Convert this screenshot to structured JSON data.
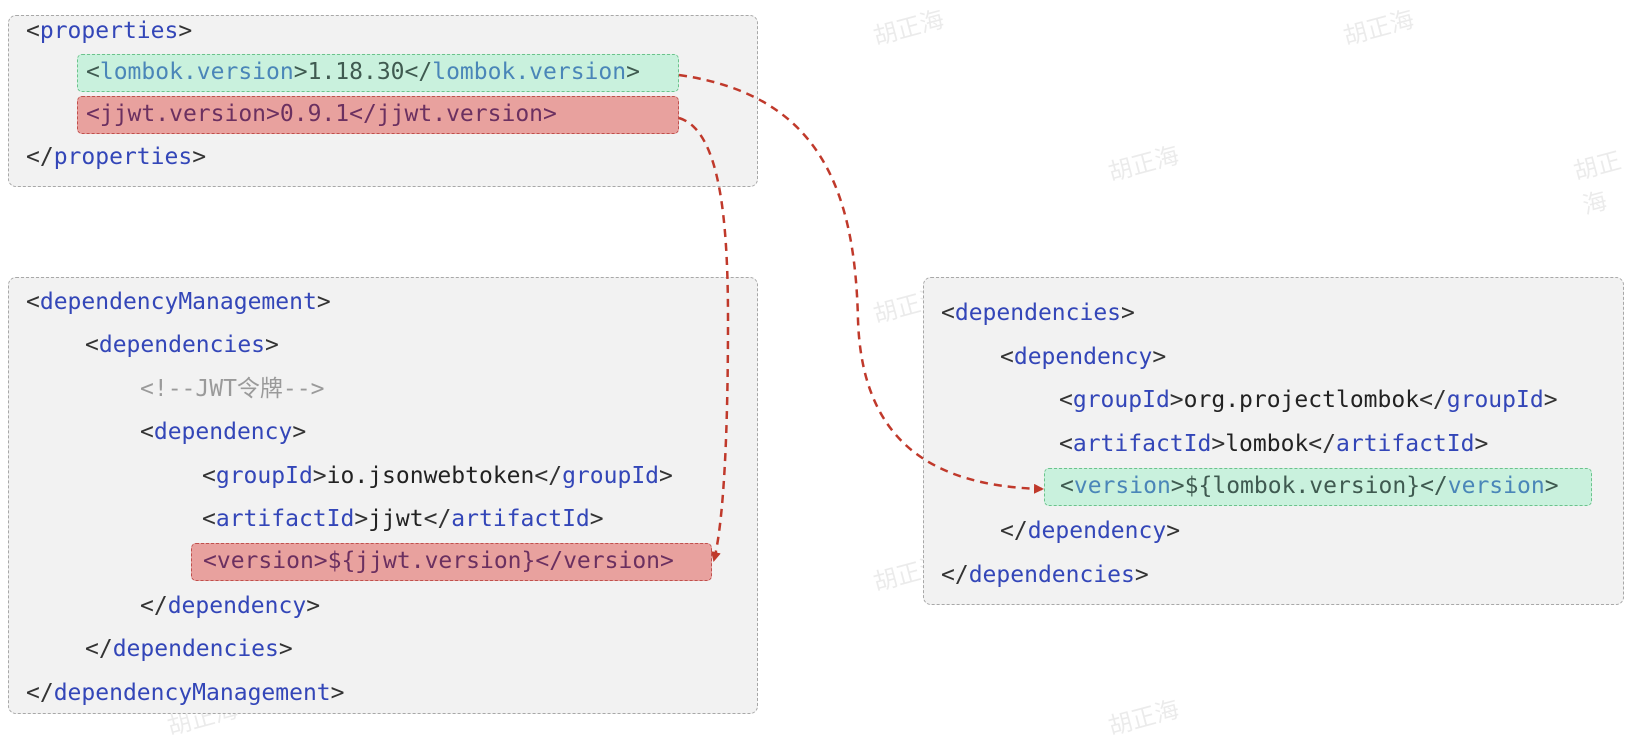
{
  "watermark": "胡正海",
  "colors": {
    "tag_name": "#3346b8",
    "highlight_green": "#c9f1dd",
    "highlight_red": "#e8a19e",
    "arrow": "#c0392b"
  },
  "properties_block": {
    "lines": [
      {
        "level": 0,
        "tokens": [
          [
            "<",
            "b"
          ],
          [
            "properties",
            "n"
          ],
          [
            ">",
            "b"
          ]
        ]
      },
      {
        "level": 1,
        "highlight": "green",
        "tokens": [
          [
            "<",
            "b"
          ],
          [
            "lombok.version",
            "n"
          ],
          [
            ">",
            "b"
          ],
          [
            "1.18.30",
            "v"
          ],
          [
            "</",
            "b"
          ],
          [
            "lombok.version",
            "n"
          ],
          [
            ">",
            "b"
          ]
        ]
      },
      {
        "level": 1,
        "highlight": "red",
        "tokens": [
          [
            "<",
            "b"
          ],
          [
            "jjwt.version",
            "n"
          ],
          [
            ">",
            "b"
          ],
          [
            "0.9.1",
            "v"
          ],
          [
            "</",
            "b"
          ],
          [
            "jjwt.version",
            "n"
          ],
          [
            ">",
            "b"
          ]
        ]
      },
      {
        "level": 0,
        "tokens": [
          [
            "</",
            "b"
          ],
          [
            "properties",
            "n"
          ],
          [
            ">",
            "b"
          ]
        ]
      }
    ]
  },
  "dependency_management_block": {
    "lines": [
      {
        "level": 0,
        "tokens": [
          [
            "<",
            "b"
          ],
          [
            "dependencyManagement",
            "n"
          ],
          [
            ">",
            "b"
          ]
        ]
      },
      {
        "level": 1,
        "tokens": [
          [
            "<",
            "b"
          ],
          [
            "dependencies",
            "n"
          ],
          [
            ">",
            "b"
          ]
        ]
      },
      {
        "level": 2,
        "tokens": [
          [
            "<!--JWT令牌-->",
            "c"
          ]
        ]
      },
      {
        "level": 2,
        "tokens": [
          [
            "<",
            "b"
          ],
          [
            "dependency",
            "n"
          ],
          [
            ">",
            "b"
          ]
        ]
      },
      {
        "level": 3,
        "tokens": [
          [
            "<",
            "b"
          ],
          [
            "groupId",
            "n"
          ],
          [
            ">",
            "b"
          ],
          [
            "io.jsonwebtoken",
            "v"
          ],
          [
            "</",
            "b"
          ],
          [
            "groupId",
            "n"
          ],
          [
            ">",
            "b"
          ]
        ]
      },
      {
        "level": 3,
        "tokens": [
          [
            "<",
            "b"
          ],
          [
            "artifactId",
            "n"
          ],
          [
            ">",
            "b"
          ],
          [
            "jjwt",
            "v"
          ],
          [
            "</",
            "b"
          ],
          [
            "artifactId",
            "n"
          ],
          [
            ">",
            "b"
          ]
        ]
      },
      {
        "level": 3,
        "highlight": "red",
        "tokens": [
          [
            "<",
            "b"
          ],
          [
            "version",
            "n"
          ],
          [
            ">",
            "b"
          ],
          [
            "${jjwt.version}",
            "v"
          ],
          [
            "</",
            "b"
          ],
          [
            "version",
            "n"
          ],
          [
            ">",
            "b"
          ]
        ]
      },
      {
        "level": 2,
        "tokens": [
          [
            "</",
            "b"
          ],
          [
            "dependency",
            "n"
          ],
          [
            ">",
            "b"
          ]
        ]
      },
      {
        "level": 1,
        "tokens": [
          [
            "</",
            "b"
          ],
          [
            "dependencies",
            "n"
          ],
          [
            ">",
            "b"
          ]
        ]
      },
      {
        "level": 0,
        "tokens": [
          [
            "</",
            "b"
          ],
          [
            "dependencyManagement",
            "n"
          ],
          [
            ">",
            "b"
          ]
        ]
      }
    ]
  },
  "dependencies_block": {
    "lines": [
      {
        "level": 0,
        "tokens": [
          [
            "<",
            "b"
          ],
          [
            "dependencies",
            "n"
          ],
          [
            ">",
            "b"
          ]
        ]
      },
      {
        "level": 1,
        "tokens": [
          [
            "<",
            "b"
          ],
          [
            "dependency",
            "n"
          ],
          [
            ">",
            "b"
          ]
        ]
      },
      {
        "level": 2,
        "tokens": [
          [
            "<",
            "b"
          ],
          [
            "groupId",
            "n"
          ],
          [
            ">",
            "b"
          ],
          [
            "org.projectlombok",
            "v"
          ],
          [
            "</",
            "b"
          ],
          [
            "groupId",
            "n"
          ],
          [
            ">",
            "b"
          ]
        ]
      },
      {
        "level": 2,
        "tokens": [
          [
            "<",
            "b"
          ],
          [
            "artifactId",
            "n"
          ],
          [
            ">",
            "b"
          ],
          [
            "lombok",
            "v"
          ],
          [
            "</",
            "b"
          ],
          [
            "artifactId",
            "n"
          ],
          [
            ">",
            "b"
          ]
        ]
      },
      {
        "level": 2,
        "highlight": "green",
        "tokens": [
          [
            "<",
            "b"
          ],
          [
            "version",
            "n"
          ],
          [
            ">",
            "b"
          ],
          [
            "${lombok.version}",
            "v"
          ],
          [
            "</",
            "b"
          ],
          [
            "version",
            "n"
          ],
          [
            ">",
            "b"
          ]
        ]
      },
      {
        "level": 1,
        "tokens": [
          [
            "</",
            "b"
          ],
          [
            "dependency",
            "n"
          ],
          [
            ">",
            "b"
          ]
        ]
      },
      {
        "level": 0,
        "tokens": [
          [
            "</",
            "b"
          ],
          [
            "dependencies",
            "n"
          ],
          [
            ">",
            "b"
          ]
        ]
      }
    ]
  }
}
